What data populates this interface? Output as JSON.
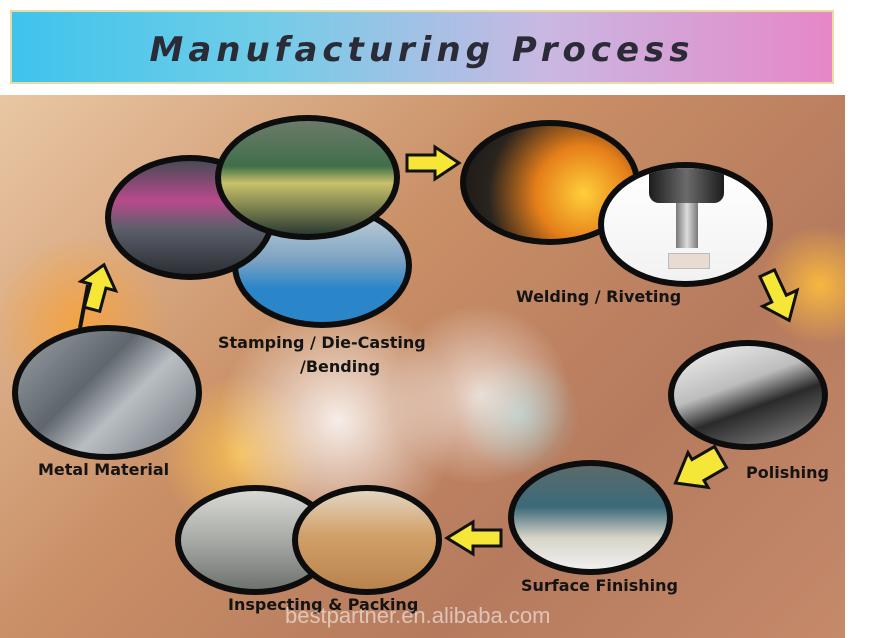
{
  "title": "Manufacturing Process",
  "steps": {
    "metal": "Metal Material",
    "stamping_line1": "Stamping / Die-Casting",
    "stamping_line2": "/Bending",
    "welding": "Welding / Riveting",
    "polishing": "Polishing",
    "surface": "Surface Finishing",
    "inspecting": "Inspecting & Packing"
  },
  "watermark": "bestpartner.en.alibaba.com",
  "colors": {
    "arrow": "#f6e638",
    "ring": "#0d0d0d",
    "banner_left": "#3fc3ec",
    "banner_right": "#e687c8"
  }
}
